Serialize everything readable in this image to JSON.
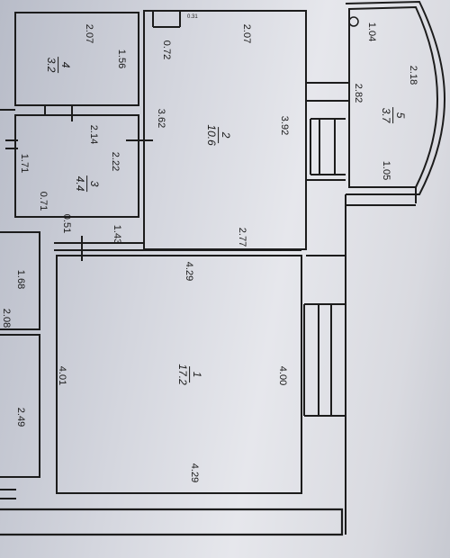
{
  "rooms": [
    {
      "number": "1",
      "area": "17.2"
    },
    {
      "number": "2",
      "area": "10.6"
    },
    {
      "number": "3",
      "area": "4.4"
    },
    {
      "number": "4",
      "area": "3.2"
    },
    {
      "number": "5",
      "area": "3.7"
    }
  ],
  "dimensions": {
    "r4_top": "2.07",
    "r4_right": "1.56",
    "r4_bottom": "2.14",
    "r3_left": "1.71",
    "r3_right": "2.22",
    "r3_wall": "0.71",
    "r3_bottom_left": "0.51",
    "r3_bottom_right": "1.43",
    "r2_top": "2.07",
    "r2_left": "3.62",
    "r2_right": "3.92",
    "r2_bottom": "2.77",
    "r2_niche": "0.72",
    "r2_tiny": "0.31",
    "r5_top": "1.04",
    "r5_curve": "2.18",
    "r5_inner": "2.82",
    "r5_bottom": "1.05",
    "r1_top": "4.29",
    "r1_left": "4.01",
    "r1_right": "4.00",
    "r1_bottom": "4.29",
    "left_a": "1.68",
    "left_b": "2.08",
    "left_c": "2.49"
  }
}
